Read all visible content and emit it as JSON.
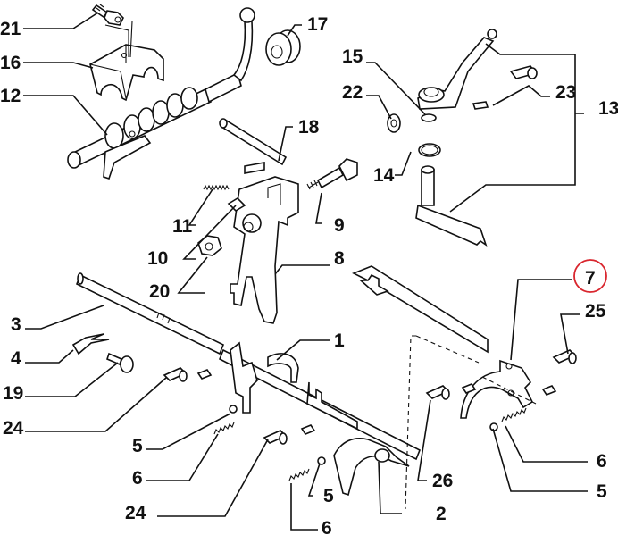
{
  "diagram": {
    "type": "exploded-parts-diagram",
    "highlight_color": "#d9262e",
    "highlighted_part": "7",
    "callouts": [
      {
        "id": "c21",
        "label": "21"
      },
      {
        "id": "c16",
        "label": "16"
      },
      {
        "id": "c12",
        "label": "12"
      },
      {
        "id": "c17",
        "label": "17"
      },
      {
        "id": "c18",
        "label": "18"
      },
      {
        "id": "c15",
        "label": "15"
      },
      {
        "id": "c22",
        "label": "22"
      },
      {
        "id": "c23",
        "label": "23"
      },
      {
        "id": "c13",
        "label": "13"
      },
      {
        "id": "c14",
        "label": "14"
      },
      {
        "id": "c11",
        "label": "11"
      },
      {
        "id": "c10",
        "label": "10"
      },
      {
        "id": "c9",
        "label": "9"
      },
      {
        "id": "c8",
        "label": "8"
      },
      {
        "id": "c20",
        "label": "20"
      },
      {
        "id": "c7",
        "label": "7"
      },
      {
        "id": "c25",
        "label": "25"
      },
      {
        "id": "c3",
        "label": "3"
      },
      {
        "id": "c1",
        "label": "1"
      },
      {
        "id": "c4",
        "label": "4"
      },
      {
        "id": "c19",
        "label": "19"
      },
      {
        "id": "c24a",
        "label": "24"
      },
      {
        "id": "c5a",
        "label": "5"
      },
      {
        "id": "c6a",
        "label": "6"
      },
      {
        "id": "c26",
        "label": "26"
      },
      {
        "id": "c24b",
        "label": "24"
      },
      {
        "id": "c5b",
        "label": "5"
      },
      {
        "id": "c6b",
        "label": "6"
      },
      {
        "id": "c2",
        "label": "2"
      },
      {
        "id": "c6c",
        "label": "6"
      },
      {
        "id": "c5c",
        "label": "5"
      }
    ]
  }
}
